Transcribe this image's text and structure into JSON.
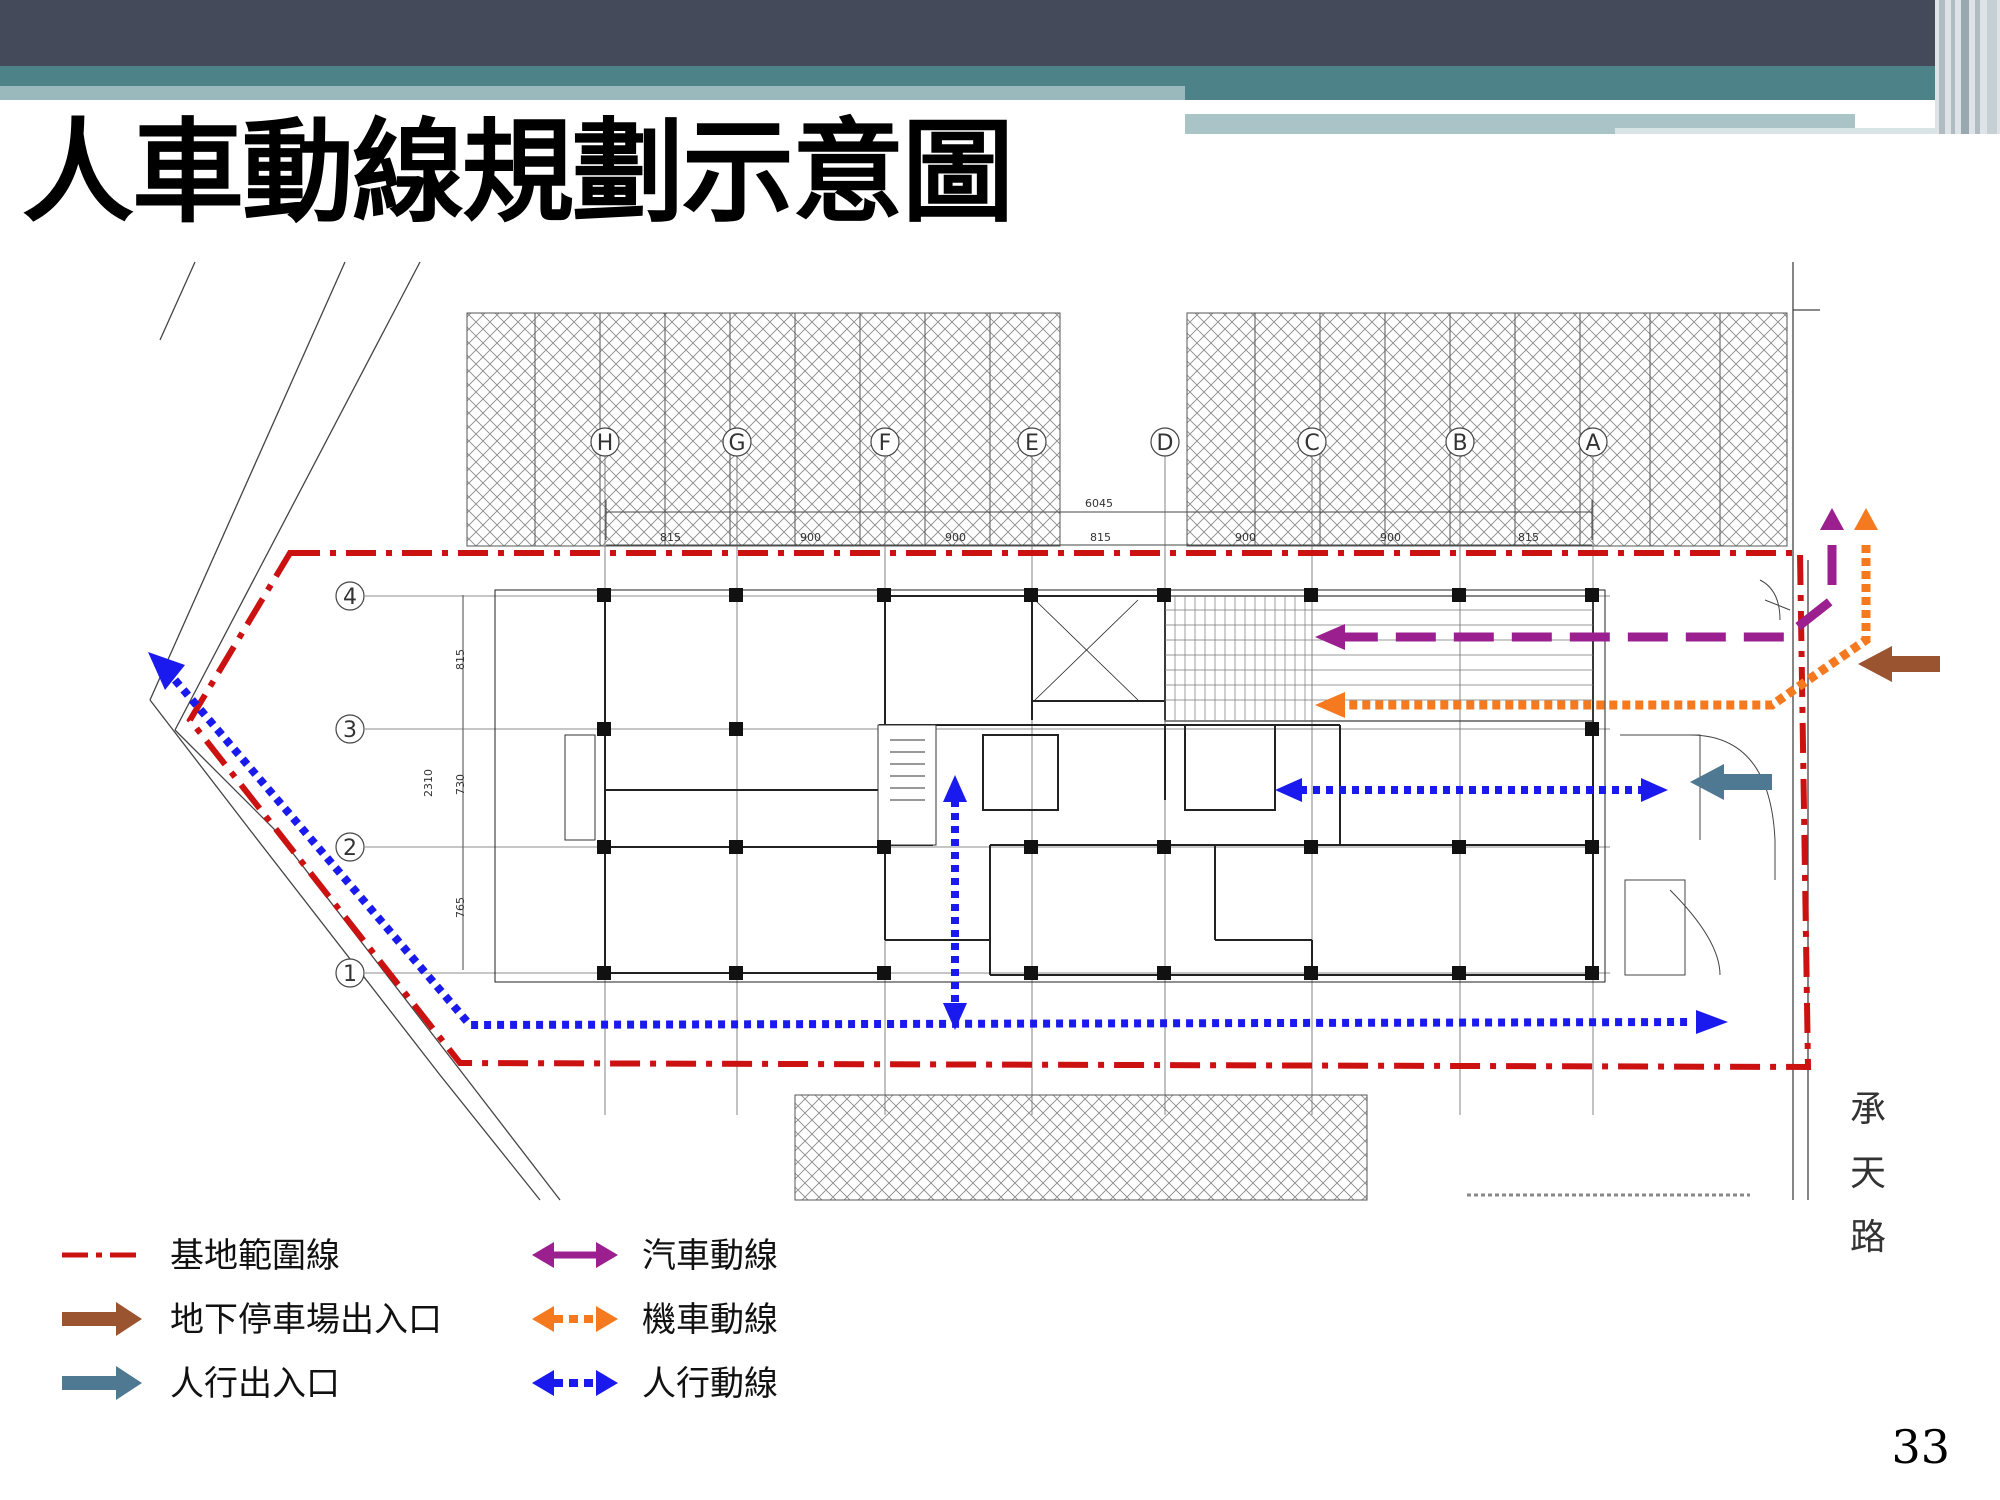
{
  "slide": {
    "title": "人車動線規劃示意圖",
    "page_number": "33"
  },
  "plan": {
    "column_grid": [
      "H",
      "G",
      "F",
      "E",
      "D",
      "C",
      "B",
      "A"
    ],
    "row_grid": [
      "4",
      "3",
      "2",
      "1"
    ],
    "overall_width_dim": "6045",
    "bay_dims": [
      "815",
      "900",
      "900",
      "815",
      "900",
      "900",
      "815"
    ],
    "row_dims": [
      "815",
      "730",
      "765"
    ],
    "total_depth_dim": "2310",
    "road_name_chars": [
      "承",
      "天",
      "路"
    ]
  },
  "legend": {
    "site_boundary": "基地範圍線",
    "basement_entrance": "地下停車場出入口",
    "pedestrian_entrance": "人行出入口",
    "car_circulation": "汽車動線",
    "scooter_circulation": "機車動線",
    "pedestrian_circulation": "人行動線"
  },
  "colors": {
    "site_boundary": "#cc1111",
    "car_route": "#9b1f8f",
    "scooter_route": "#f57a1f",
    "pedestrian_route": "#1a1aee",
    "basement_arrow": "#9a5530",
    "pedestrian_entrance_arrow": "#4f7893",
    "header_dark": "#444a5a",
    "header_teal": "#4d8288"
  }
}
